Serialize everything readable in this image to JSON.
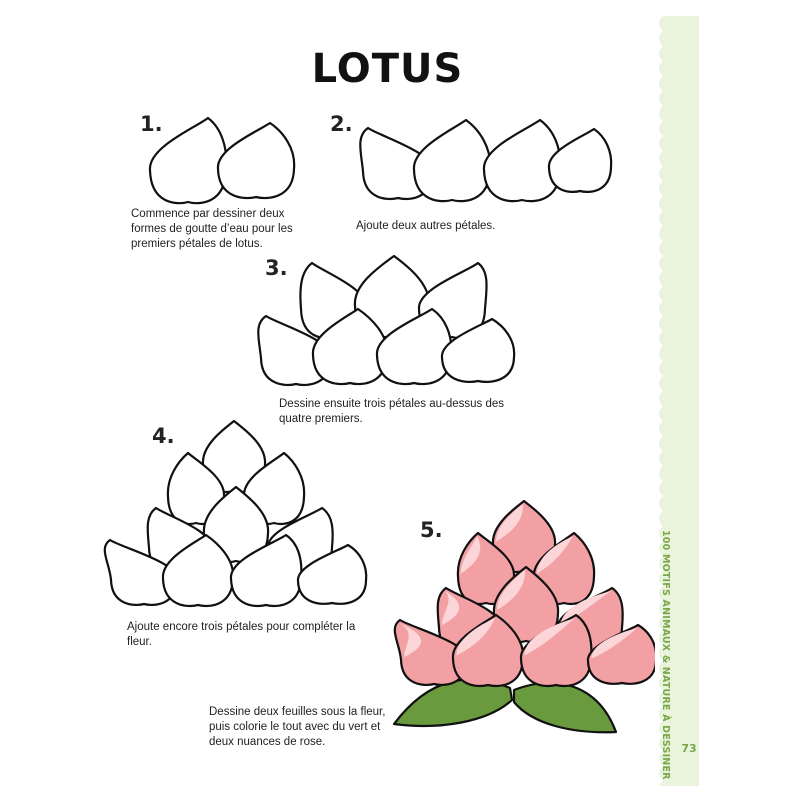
{
  "title": "LOTUS",
  "steps": [
    {
      "number": "1.",
      "text": "Commence par dessiner deux formes de goutte d’eau pour les premiers pétales de lotus."
    },
    {
      "number": "2.",
      "text": "Ajoute deux autres pétales."
    },
    {
      "number": "3.",
      "text": "Dessine ensuite trois pétales au-dessus des quatre premiers."
    },
    {
      "number": "4.",
      "text": "Ajoute encore trois pétales pour compléter la fleur."
    },
    {
      "number": "5.",
      "text": "Dessine deux feuilles sous la fleur, puis colorie le tout avec du vert et deux nuances de rose."
    }
  ],
  "sidebar": {
    "title": "100 MOTIFS ANIMAUX & NATURE À DESSINER",
    "page_number": "73"
  },
  "colors": {
    "sidebar_bg": "#eaf3dc",
    "accent_green": "#7aa74a",
    "petal_pink": "#f2a0a4",
    "petal_light": "#fbd5d7",
    "leaf_green": "#6a9a3e",
    "outline": "#111111"
  }
}
